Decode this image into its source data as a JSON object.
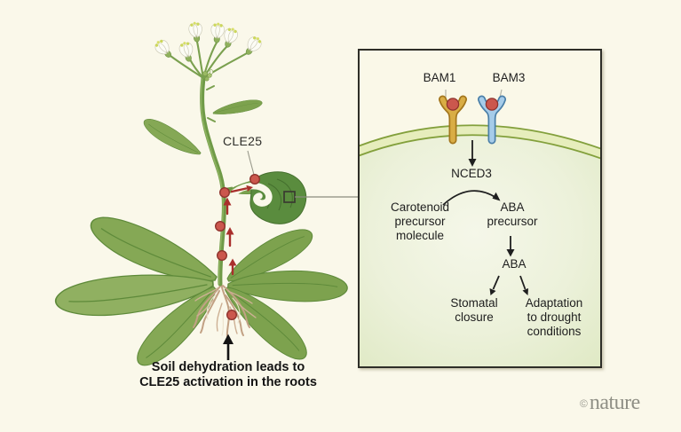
{
  "page": {
    "background": "#faf8ea"
  },
  "plant": {
    "cle25_label": "CLE25",
    "caption": {
      "line1": "Soil dehydration leads to",
      "line2": "CLE25 activation in the roots"
    },
    "colors": {
      "leaf": "#7da24e",
      "stem": "#6f9a47",
      "root": "#c2a184",
      "signal_dot": "#cb574d",
      "signal_arrow": "#a92f2c"
    }
  },
  "inset": {
    "receptors": [
      {
        "label": "BAM1",
        "color": "#d9ad45"
      },
      {
        "label": "BAM3",
        "color": "#a6cce9"
      }
    ],
    "ligand_color": "#cb574d",
    "enzyme_label": "NCED3",
    "carotenoid": {
      "line1": "Carotenoid",
      "line2": "precursor",
      "line3": "molecule"
    },
    "aba_precursor": {
      "line1": "ABA",
      "line2": "precursor"
    },
    "aba_label": "ABA",
    "outcome_left": {
      "line1": "Stomatal",
      "line2": "closure"
    },
    "outcome_right": {
      "line1": "Adaptation",
      "line2": "to drought",
      "line3": "conditions"
    },
    "membrane_color": "#83a03c",
    "cell_fill": "#e2ecc9"
  },
  "watermark": {
    "symbol": "©",
    "brand": "nature"
  }
}
